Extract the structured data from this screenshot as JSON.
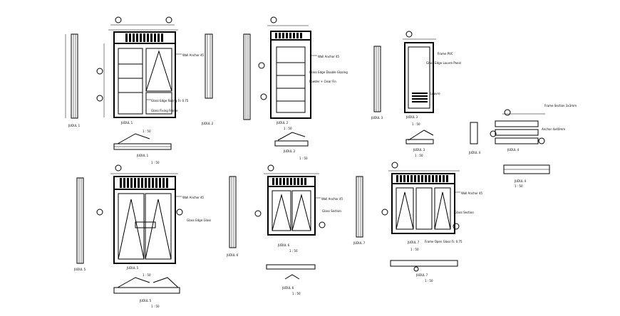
{
  "drawing": {
    "kind": "CAD door and window elevation sheet",
    "colors": {
      "line": "#000000",
      "background": "#ffffff"
    }
  },
  "labels": {
    "a_anchor": "Wall Anchor 45",
    "a_note1": "Glass Edge Rating Fr. 0.75",
    "a_note2": "Glass Fixing Frame",
    "b_anchor": "Wall Anchor 45",
    "b_note1": "Glass Edge Double Glazing",
    "b_note2": "Powder + Clear Fin",
    "c_note1": "Frame PVC",
    "c_note2": "Glass Edge Louvre Panel",
    "c_note3": "Louvre",
    "d_note1": "Frame Section 3x3mm",
    "d_note2": "Anchor 4x40mm",
    "e_anchor": "Wall Anchor 45",
    "e_note1": "Glass Edge Glass",
    "f_anchor": "Wall Anchor 45",
    "f_note1": "Glass Section",
    "g_anchor": "Wall Anchor 45",
    "g_note1": "Glass Section",
    "g_note2": "Frame Open Glass Fr. 0.75"
  },
  "captions": {
    "a": "JUDUL 1",
    "b": "JUDUL 2",
    "c": "JUDUL 3",
    "d": "JUDUL 4",
    "e": "JUDUL 5",
    "f": "JUDUL 6",
    "g": "JUDUL 7",
    "scale": "1 : 50"
  }
}
